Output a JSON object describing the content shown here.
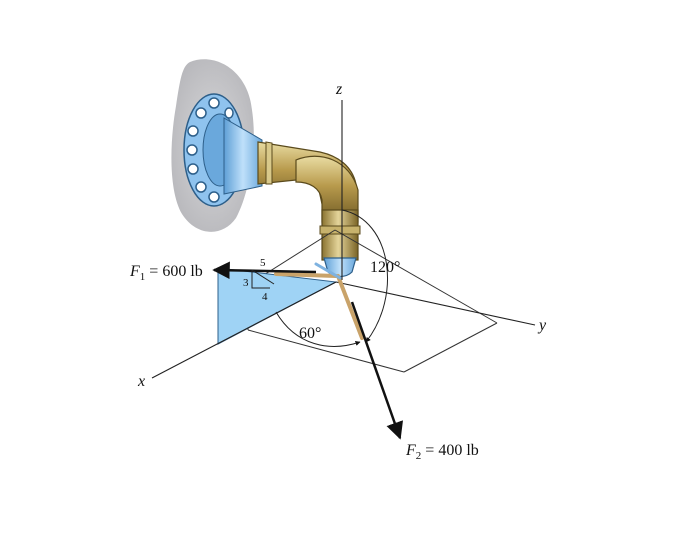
{
  "forces": {
    "f1": {
      "symbol": "F",
      "subscript": "1",
      "equals": " = ",
      "value": "600",
      "unit": "lb"
    },
    "f2": {
      "symbol": "F",
      "subscript": "2",
      "equals": " = ",
      "value": "400",
      "unit": "lb"
    }
  },
  "slope_triangle": {
    "hypotenuse": "5",
    "vertical": "3",
    "horizontal": "4"
  },
  "angles": {
    "to_z": "120°",
    "to_x": "60°"
  },
  "axes": {
    "x": "x",
    "y": "y",
    "z": "z"
  },
  "colors": {
    "wall_shadow": "#c9c9cc",
    "flange": "#8fc3ee",
    "pipe_brass": "#b89a4c",
    "pipe_highlight": "#e9dca2",
    "cable": "#c9a36a",
    "triangle_fill": "#9fd3f5"
  }
}
